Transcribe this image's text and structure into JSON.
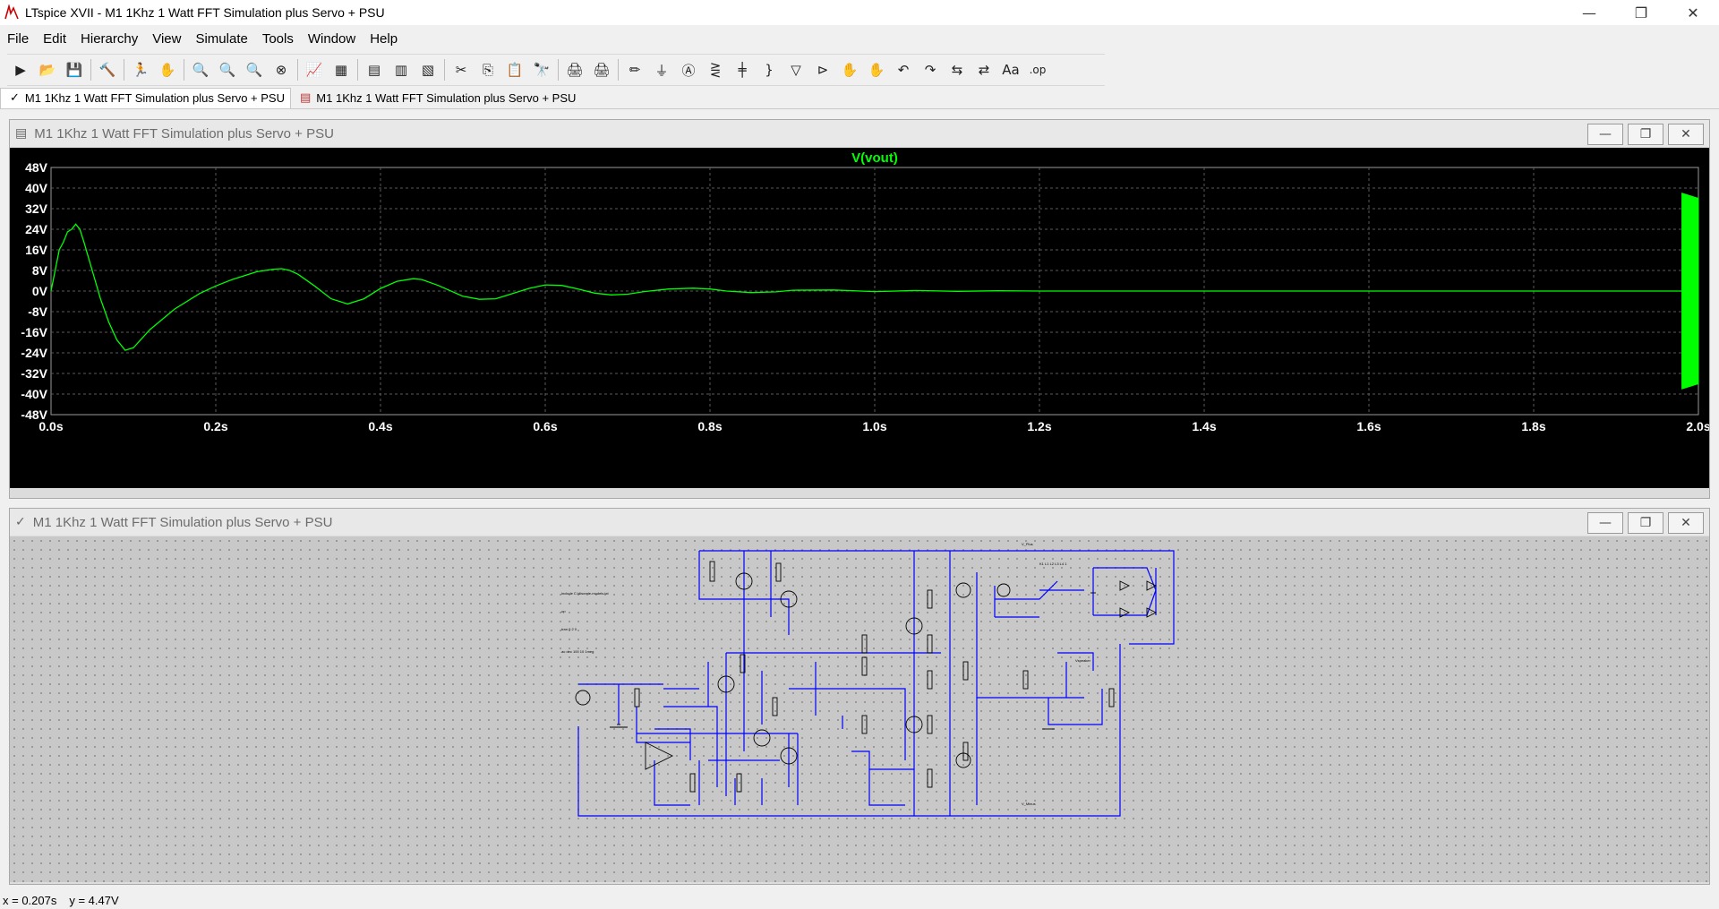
{
  "window": {
    "title": "LTspice XVII - M1 1Khz 1 Watt FFT Simulation plus Servo + PSU"
  },
  "window_controls": {
    "minimize": "—",
    "maximize": "❐",
    "close": "✕"
  },
  "menu": [
    "File",
    "Edit",
    "Hierarchy",
    "View",
    "Simulate",
    "Tools",
    "Window",
    "Help"
  ],
  "toolbar": {
    "buttons": [
      "run-icon",
      "open-icon",
      "save-icon",
      "control-panel-icon",
      "run-probe-icon",
      "pan-icon",
      "zoom-in-icon",
      "zoom-area-icon",
      "zoom-out-icon",
      "zoom-cancel-icon",
      "autorange-icon",
      "grid-icon",
      "tile-horizontal-icon",
      "cascade-icon",
      "tile-vertical-icon",
      "cut-icon",
      "copy-icon",
      "paste-icon",
      "find-icon",
      "print-setup-icon",
      "print-icon",
      "wire-icon",
      "ground-icon",
      "label-icon",
      "resistor-icon",
      "capacitor-icon",
      "inductor-icon",
      "diode-icon",
      "component-icon",
      "move-icon",
      "drag-icon",
      "undo-icon",
      "redo-icon",
      "rotate-icon",
      "mirror-icon",
      "text-icon",
      "spice-directive-icon"
    ],
    "glyphs": [
      "▶",
      "📂",
      "💾",
      "🔨",
      "🏃",
      "✋",
      "🔍",
      "🔍",
      "🔍",
      "⊗",
      "📈",
      "▦",
      "▤",
      "▥",
      "▧",
      "✂",
      "⎘",
      "📋",
      "🔭",
      "🖨",
      "🖨",
      "✏",
      "⏚",
      "Ⓐ",
      "⋛",
      "╪",
      "}",
      "▽",
      "⊳",
      "✋",
      "✋",
      "↶",
      "↷",
      "⇆",
      "⇄",
      "Aa",
      ".op"
    ],
    "separator_after": [
      2,
      3,
      5,
      9,
      11,
      14,
      18,
      20
    ]
  },
  "tabs": [
    {
      "label": "M1 1Khz 1 Watt FFT Simulation plus Servo + PSU",
      "icon": "schematic-icon",
      "glyph": "✓",
      "active": true
    },
    {
      "label": "M1 1Khz 1 Watt FFT Simulation plus Servo + PSU",
      "icon": "waveform-icon",
      "glyph": "▤",
      "active": false
    }
  ],
  "plot_window": {
    "title": "M1 1Khz 1 Watt FFT Simulation plus Servo + PSU",
    "icon_glyph": "▤"
  },
  "schematic_window": {
    "title": "M1 1Khz 1 Watt FFT Simulation plus Servo + PSU",
    "icon_glyph": "✓"
  },
  "mdi_buttons": {
    "minimize": "—",
    "restore": "❐",
    "close": "✕"
  },
  "colors": {
    "trace": "#00ff00",
    "plot_bg": "#000000",
    "grid": "#5a5a5a",
    "axis_text": "#ffffff",
    "wire": "#0000ff"
  },
  "chart_data": {
    "type": "line",
    "title": "V(vout)",
    "series": [
      {
        "name": "V(vout)",
        "x": [
          0,
          0.005,
          0.01,
          0.015,
          0.02,
          0.025,
          0.03,
          0.035,
          0.04,
          0.05,
          0.06,
          0.07,
          0.08,
          0.09,
          0.1,
          0.12,
          0.15,
          0.18,
          0.2,
          0.22,
          0.25,
          0.27,
          0.28,
          0.29,
          0.3,
          0.32,
          0.34,
          0.36,
          0.38,
          0.4,
          0.42,
          0.44,
          0.45,
          0.47,
          0.5,
          0.52,
          0.54,
          0.56,
          0.58,
          0.6,
          0.62,
          0.64,
          0.66,
          0.68,
          0.7,
          0.72,
          0.75,
          0.78,
          0.8,
          0.82,
          0.85,
          0.88,
          0.9,
          0.95,
          1.0,
          1.05,
          1.1,
          1.15,
          1.2,
          1.3,
          1.4,
          1.5,
          1.6,
          1.7,
          1.8,
          1.9,
          1.98
        ],
        "y": [
          0,
          8,
          16,
          19,
          23,
          24,
          26,
          24,
          19,
          8,
          -3,
          -12,
          -19,
          -23,
          -22,
          -15,
          -7,
          -1,
          2,
          4.5,
          7.5,
          8.5,
          8.7,
          8,
          6.5,
          2,
          -3,
          -5,
          -3,
          1,
          3.8,
          4.8,
          4.5,
          2.2,
          -2,
          -3.2,
          -3,
          -1,
          1,
          2.4,
          2.2,
          0.8,
          -0.8,
          -1.5,
          -1.2,
          -0.2,
          0.8,
          1.1,
          0.8,
          0,
          -0.6,
          -0.3,
          0.3,
          0.4,
          -0.2,
          0.2,
          -0.1,
          0.1,
          0,
          0,
          0,
          0,
          0,
          0,
          0,
          0,
          0
        ]
      },
      {
        "name": "ac-envelope",
        "x": [
          1.98,
          2.0
        ],
        "y_upper": [
          38,
          36
        ],
        "y_lower": [
          -38,
          -36
        ]
      }
    ],
    "xlim": [
      0,
      2.0
    ],
    "ylim": [
      -48,
      48
    ],
    "xticks": [
      "0.0s",
      "0.2s",
      "0.4s",
      "0.6s",
      "0.8s",
      "1.0s",
      "1.2s",
      "1.4s",
      "1.6s",
      "1.8s",
      "2.0s"
    ],
    "yticks": [
      "48V",
      "40V",
      "32V",
      "24V",
      "16V",
      "8V",
      "0V",
      "-8V",
      "-16V",
      "-24V",
      "-32V",
      "-40V",
      "-48V"
    ],
    "grid": true
  },
  "status": {
    "x": "x = 0.207s",
    "y": "y = 4.47V"
  }
}
